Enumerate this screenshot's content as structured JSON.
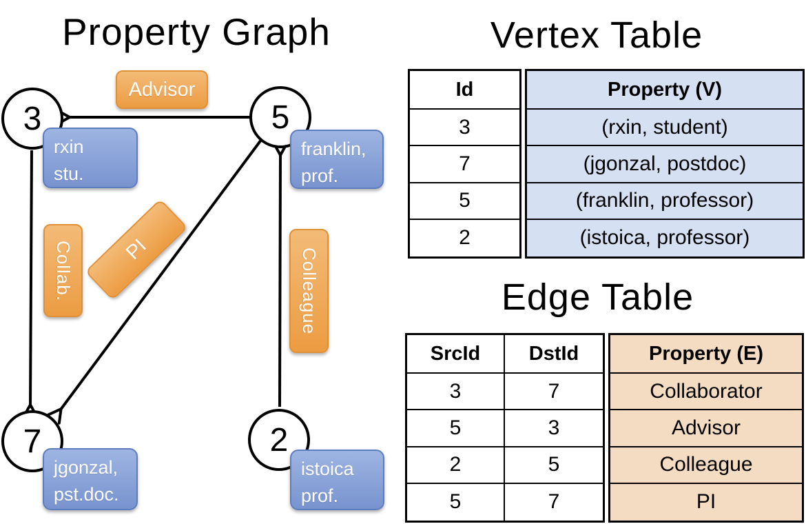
{
  "graph": {
    "title": "Property Graph",
    "nodes": [
      {
        "id": "3",
        "label_lines": [
          "rxin",
          "stu."
        ]
      },
      {
        "id": "5",
        "label_lines": [
          "franklin,",
          "prof."
        ]
      },
      {
        "id": "7",
        "label_lines": [
          "jgonzal,",
          "pst.doc."
        ]
      },
      {
        "id": "2",
        "label_lines": [
          "istoica",
          "prof."
        ]
      }
    ],
    "edges": [
      {
        "from": "5",
        "to": "3",
        "label": "Advisor"
      },
      {
        "from": "3",
        "to": "7",
        "label": "Collab."
      },
      {
        "from": "5",
        "to": "7",
        "label": "PI"
      },
      {
        "from": "2",
        "to": "5",
        "label": "Colleague"
      }
    ]
  },
  "vertex_table": {
    "title": "Vertex Table",
    "columns": [
      "Id",
      "Property (V)"
    ],
    "rows": [
      [
        "3",
        "(rxin, student)"
      ],
      [
        "7",
        "(jgonzal, postdoc)"
      ],
      [
        "5",
        "(franklin, professor)"
      ],
      [
        "2",
        "(istoica, professor)"
      ]
    ]
  },
  "edge_table": {
    "title": "Edge Table",
    "columns": [
      "SrcId",
      "DstId",
      "Property (E)"
    ],
    "rows": [
      [
        "3",
        "7",
        "Collaborator"
      ],
      [
        "5",
        "3",
        "Advisor"
      ],
      [
        "2",
        "5",
        "Colleague"
      ],
      [
        "5",
        "7",
        "PI"
      ]
    ]
  },
  "colors": {
    "orange_light": "#F3BB77",
    "orange": "#EC9C42",
    "orange_border": "#E18F35",
    "blue_light": "#9EB5E2",
    "blue": "#7893CF",
    "blue_border": "#5C7CBE",
    "vertex_col_bg": "#D6E0F3",
    "edge_col_bg": "#F4DCC2"
  }
}
